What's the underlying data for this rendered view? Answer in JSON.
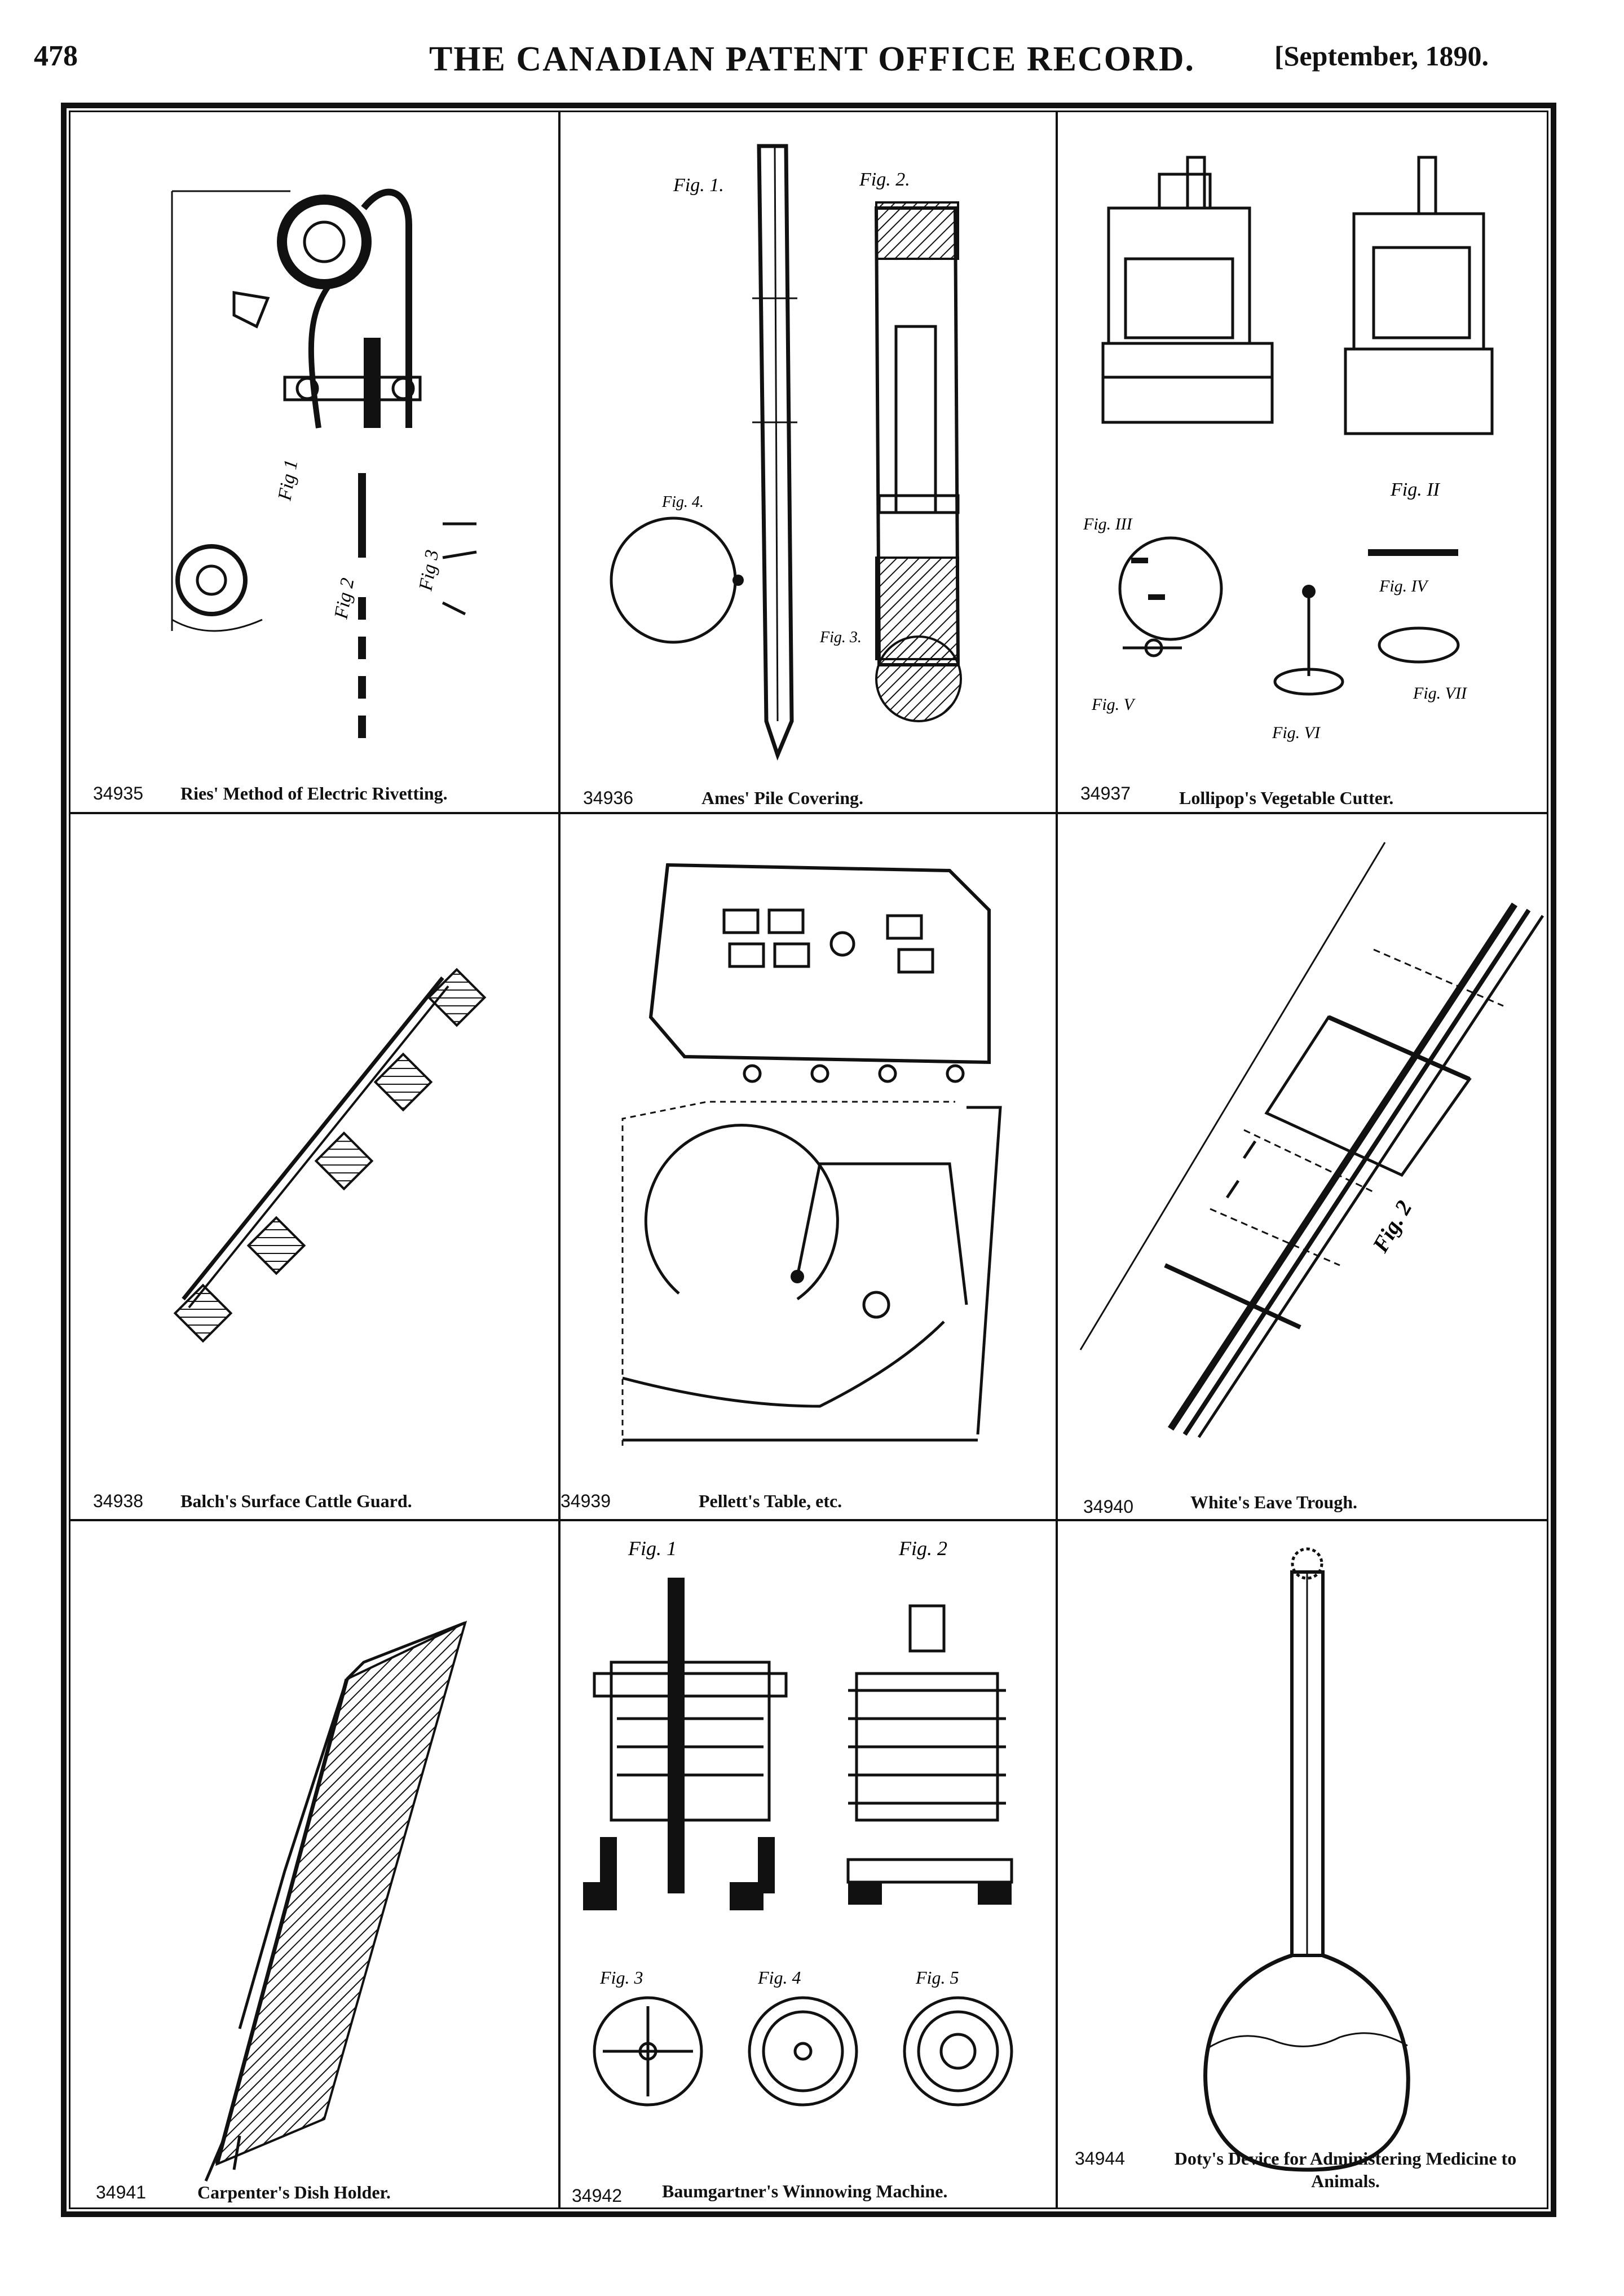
{
  "header": {
    "page_number": "478",
    "title": "THE CANADIAN PATENT OFFICE RECORD.",
    "date": "[September, 1890."
  },
  "patents": [
    {
      "number": "34935",
      "caption": "Ries' Method of Electric Rivetting."
    },
    {
      "number": "34936",
      "caption": "Ames' Pile Covering."
    },
    {
      "number": "34937",
      "caption": "Lollipop's Vegetable Cutter."
    },
    {
      "number": "34938",
      "caption": "Balch's Surface Cattle Guard."
    },
    {
      "number": "34939",
      "caption": "Pellett's Table, etc."
    },
    {
      "number": "34940",
      "caption": "White's Eave Trough."
    },
    {
      "number": "34941",
      "caption": "Carpenter's Dish Holder."
    },
    {
      "number": "34942",
      "caption": "Baumgartner's Winnowing Machine."
    },
    {
      "number": "34944",
      "caption": "Doty's Device for Administering Medicine to Animals."
    }
  ],
  "figure_labels": {
    "p34935": [
      "Fig 1",
      "Fig 2",
      "Fig 3"
    ],
    "p34936": [
      "Fig. 1.",
      "Fig. 2.",
      "Fig. 3.",
      "Fig. 4."
    ],
    "p34937": [
      "Fig. II",
      "Fig. III",
      "Fig. IV",
      "Fig. V",
      "Fig. VI",
      "Fig. VII"
    ],
    "p34940": [
      "Fig. 2"
    ],
    "p34942": [
      "Fig. 1",
      "Fig. 2",
      "Fig. 3",
      "Fig. 4",
      "Fig. 5"
    ]
  }
}
